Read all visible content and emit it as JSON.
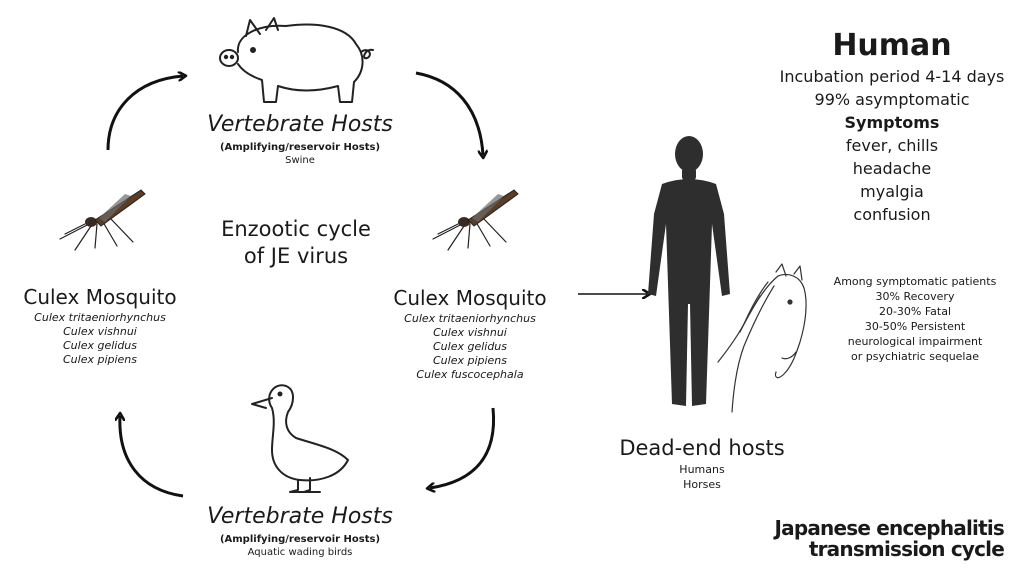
{
  "top_host": {
    "title": "Vertebrate Hosts",
    "subtitle": "(Amplifying/reservoir Hosts)",
    "kind": "Swine"
  },
  "bottom_host": {
    "title": "Vertebrate Hosts",
    "subtitle": "(Amplifying/reservoir Hosts)",
    "kind": "Aquatic wading birds"
  },
  "left_mosquito": {
    "title": "Culex Mosquito",
    "species": [
      "Culex tritaeniorhynchus",
      "Culex vishnui",
      "Culex gelidus",
      "Culex pipiens"
    ]
  },
  "right_mosquito": {
    "title": "Culex Mosquito",
    "species": [
      "Culex tritaeniorhynchus",
      "Culex vishnui",
      "Culex gelidus",
      "Culex pipiens",
      "Culex fuscocephala"
    ]
  },
  "center_label": {
    "line1": "Enzootic cycle",
    "line2": "of JE virus"
  },
  "human": {
    "title": "Human",
    "lines": [
      "Incubation period 4-14 days",
      "99% asymptomatic"
    ],
    "symptoms_heading": "Symptoms",
    "symptoms": [
      "fever, chills",
      "headache",
      "myalgia",
      "confusion"
    ]
  },
  "symptomatic_outcomes": [
    "Among symptomatic patients",
    "30% Recovery",
    "20-30% Fatal",
    "30-50%  Persistent",
    "neurological impairment",
    "or psychiatric sequelae"
  ],
  "dead_end": {
    "title": "Dead-end hosts",
    "items": [
      "Humans",
      "Horses"
    ]
  },
  "brand": {
    "line1": "Japanese encephalitis",
    "line2": "transmission cycle"
  },
  "icons": [
    "pig-icon",
    "duck-icon",
    "mosquito-icon",
    "human-silhouette-icon",
    "horse-icon",
    "arrow-icon"
  ]
}
